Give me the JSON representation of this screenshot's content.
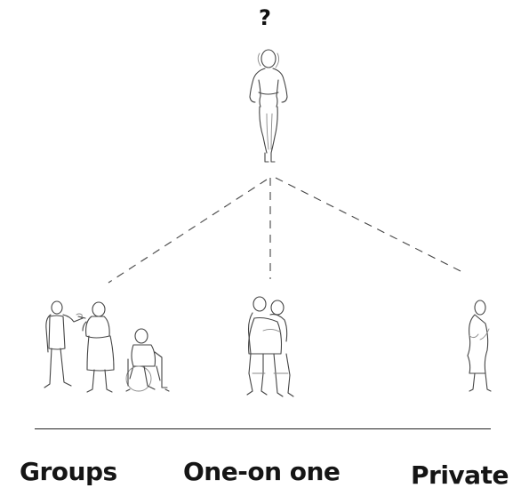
{
  "question_mark": "?",
  "options": [
    {
      "label": "Groups"
    },
    {
      "label": "One-on one"
    },
    {
      "label": "Private"
    }
  ]
}
